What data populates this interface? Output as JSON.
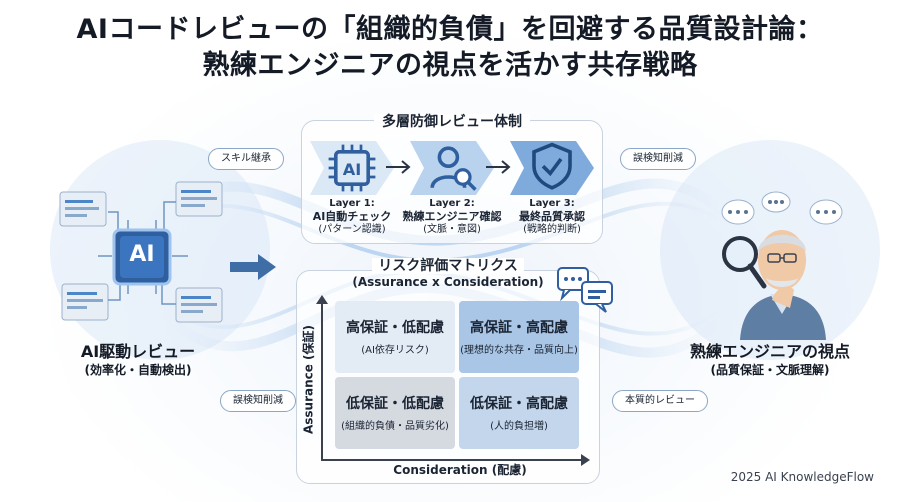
{
  "title": {
    "line1": "AIコードレビューの「組織的負債」を回避する品質設計論：",
    "line2": "熟練エンジニアの視点を活かす共存戦略"
  },
  "defense_panel": {
    "title": "多層防御レビュー体制",
    "layers": [
      {
        "id": "Layer 1:",
        "name": "AI自動チェック",
        "detail": "(パターン認識)",
        "icon": "ai-chip-icon"
      },
      {
        "id": "Layer 2:",
        "name": "熟練エンジニア確認",
        "detail": "(文脈・意図)",
        "icon": "engineer-magnifier-icon"
      },
      {
        "id": "Layer 3:",
        "name": "最終品質承認",
        "detail": "(戦略的判断)",
        "icon": "quality-badge-icon"
      }
    ]
  },
  "matrix": {
    "title": "リスク評価マトリクス",
    "subtitle": "(Assurance x Consideration)",
    "y_axis": "Assurance (保証)",
    "x_axis": "Consideration (配慮)",
    "cells": {
      "top_left": {
        "title": "高保証・低配慮",
        "sub": "(AI依存リスク)"
      },
      "top_right": {
        "title": "高保証・高配慮",
        "sub": "(理想的な共存・品質向上)"
      },
      "bottom_left": {
        "title": "低保証・低配慮",
        "sub": "(組織的負債・品質劣化)"
      },
      "bottom_right": {
        "title": "低保証・高配慮",
        "sub": "(人的負担増)"
      }
    }
  },
  "ai_side": {
    "main": "AI駆動レビュー",
    "sub": "(効率化・自動検出)",
    "chip_text": "AI"
  },
  "engineer_side": {
    "main": "熟練エンジニアの視点",
    "sub": "(品質保証・文脈理解)"
  },
  "pills": {
    "top_left": "スキル継承",
    "top_right": "誤検知削減",
    "bottom_left": "誤検知削減",
    "bottom_right": "本質的レビュー"
  },
  "footer": "2025 AI KnowledgeFlow",
  "colors": {
    "accent_blue": "#4a86c8",
    "light_blue": "#a9c6e6",
    "dark_text": "#141b26"
  }
}
